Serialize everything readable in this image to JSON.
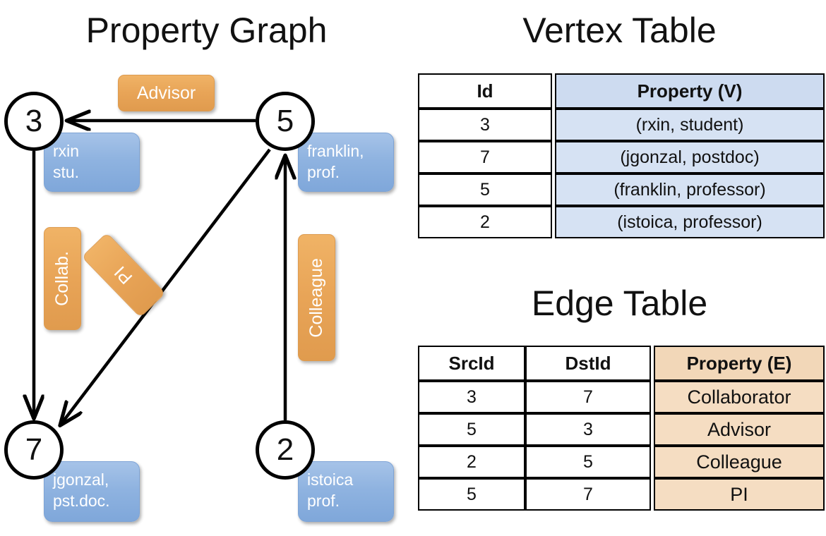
{
  "titles": {
    "property_graph": "Property Graph",
    "vertex_table": "Vertex Table",
    "edge_table": "Edge Table"
  },
  "colors": {
    "vertex_property_fill": "#d6e2f3",
    "edge_property_fill": "#f5ddc2",
    "node_property_box": "#8fb3e0",
    "edge_label_box": "#e8a457",
    "stroke": "#000000",
    "background": "#ffffff"
  },
  "graph": {
    "nodes": [
      {
        "id": "3",
        "label": "3",
        "property_lines": [
          "rxin",
          "stu."
        ]
      },
      {
        "id": "5",
        "label": "5",
        "property_lines": [
          "franklin,",
          "prof."
        ]
      },
      {
        "id": "7",
        "label": "7",
        "property_lines": [
          "jgonzal,",
          "pst.doc."
        ]
      },
      {
        "id": "2",
        "label": "2",
        "property_lines": [
          "istoica",
          "prof."
        ]
      }
    ],
    "edge_labels": [
      {
        "name": "advisor",
        "text": "Advisor",
        "orientation": "horizontal"
      },
      {
        "name": "collab",
        "text": "Collab.",
        "orientation": "vertical"
      },
      {
        "name": "pi",
        "text": "PI",
        "orientation": "rotated"
      },
      {
        "name": "colleague",
        "text": "Colleague",
        "orientation": "vertical"
      }
    ],
    "edges": [
      {
        "src": "5",
        "dst": "3",
        "label": "Advisor"
      },
      {
        "src": "3",
        "dst": "7",
        "label": "Collab."
      },
      {
        "src": "5",
        "dst": "7",
        "label": "PI"
      },
      {
        "src": "2",
        "dst": "5",
        "label": "Colleague"
      }
    ]
  },
  "vertex_table": {
    "headers": [
      "Id",
      "Property (V)"
    ],
    "rows": [
      [
        "3",
        "(rxin, student)"
      ],
      [
        "7",
        "(jgonzal, postdoc)"
      ],
      [
        "5",
        "(franklin, professor)"
      ],
      [
        "2",
        "(istoica, professor)"
      ]
    ]
  },
  "edge_table": {
    "headers": [
      "SrcId",
      "DstId",
      "Property (E)"
    ],
    "rows": [
      [
        "3",
        "7",
        "Collaborator"
      ],
      [
        "5",
        "3",
        "Advisor"
      ],
      [
        "2",
        "5",
        "Colleague"
      ],
      [
        "5",
        "7",
        "PI"
      ]
    ]
  }
}
